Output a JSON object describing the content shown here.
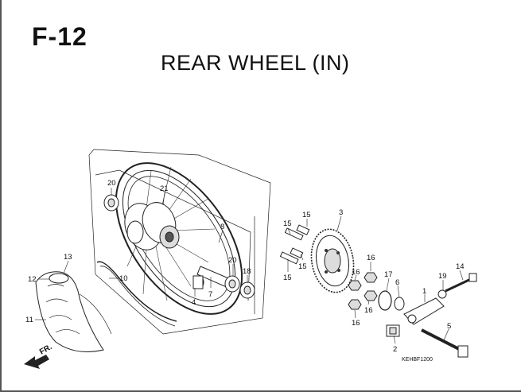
{
  "header": {
    "section_code": "F-12",
    "title": "REAR WHEEL (IN)"
  },
  "diagram": {
    "direction_label": "FR.",
    "drawing_code": "KEHBF1200",
    "callouts": [
      "1",
      "2",
      "3",
      "4",
      "5",
      "6",
      "7",
      "8",
      "10",
      "11",
      "12",
      "13",
      "14",
      "15",
      "15",
      "15",
      "15",
      "16",
      "16",
      "16",
      "16",
      "17",
      "18",
      "19",
      "20",
      "20",
      "21"
    ]
  }
}
